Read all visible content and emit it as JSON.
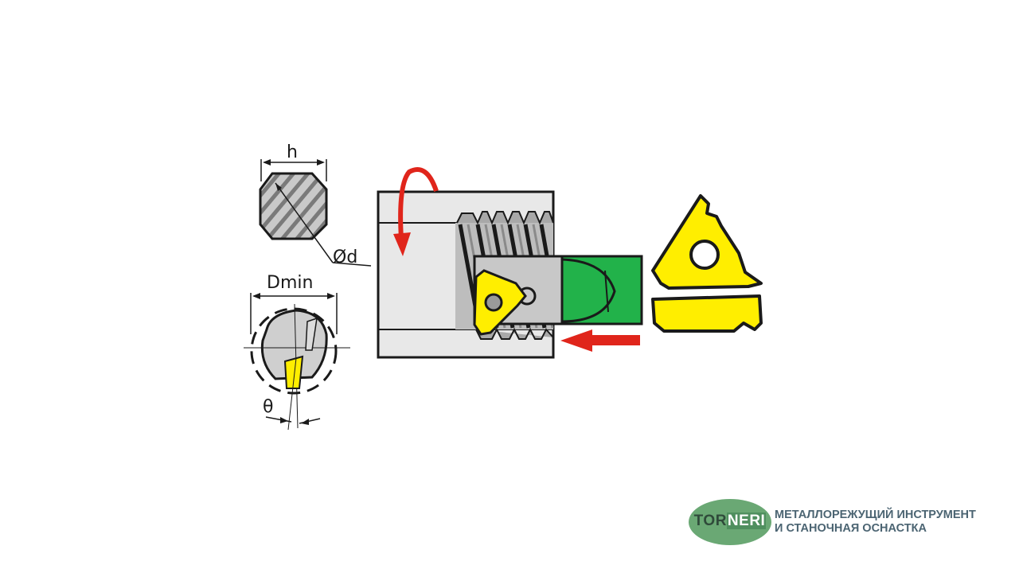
{
  "labels": {
    "h": "h",
    "diameter_d": "Ød",
    "dmin": "Dmin",
    "theta": "θ"
  },
  "logo": {
    "brand_part1": "TOR",
    "brand_part2": "NERI",
    "line1": "МЕТАЛЛОРЕЖУЩИЙ ИНСТРУМЕНТ",
    "line2": "И СТАНОЧНАЯ ОСНАСТКА"
  },
  "colors": {
    "insert_yellow": "#ffee00",
    "holder_green": "#22b24a",
    "arrow_red": "#e0251b",
    "workpiece_gray": "#e6e6e6",
    "bar_gray": "#c8c8c8",
    "outline": "#1a1a1a"
  }
}
